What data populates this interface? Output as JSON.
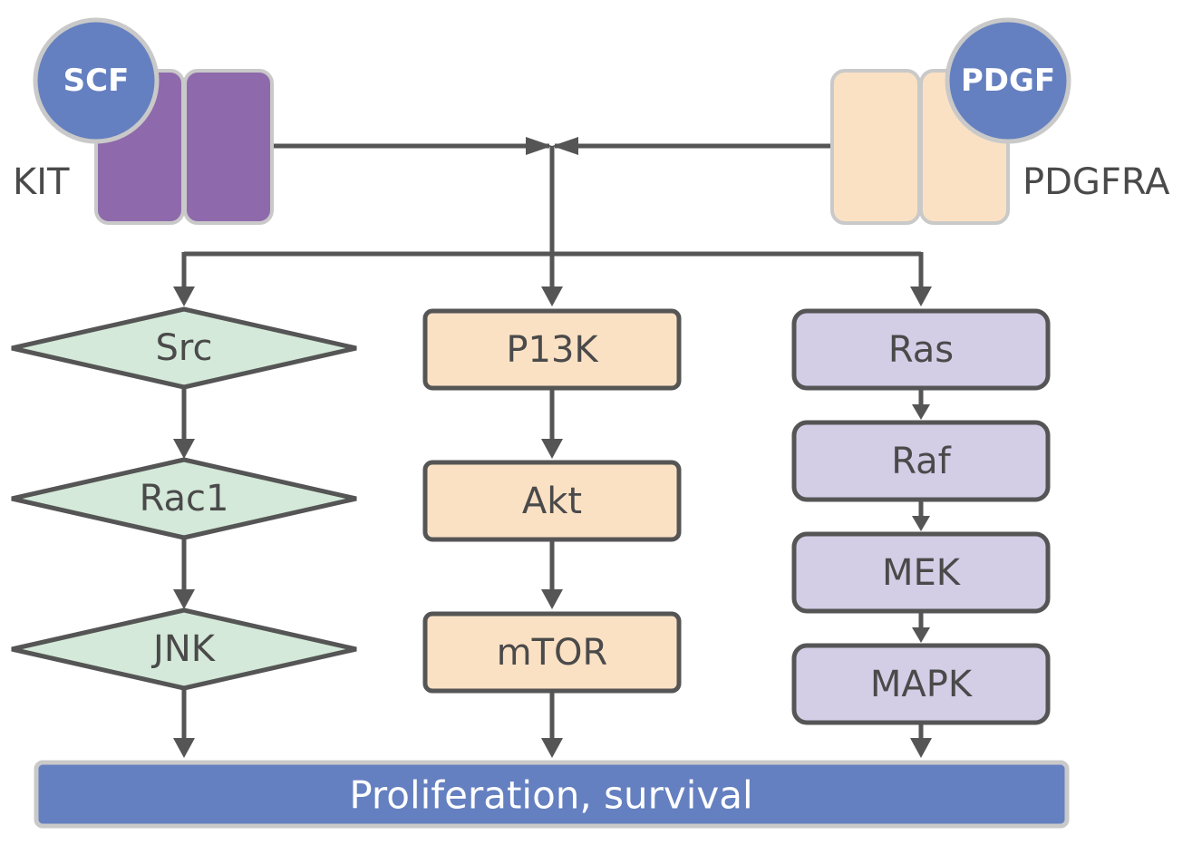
{
  "receptors": {
    "kit": {
      "label": "KIT",
      "color": "#8e6aac"
    },
    "pdgfra": {
      "label": "PDGFRA",
      "color": "#fbe1c4"
    }
  },
  "ligands": {
    "scf": {
      "label": "SCF",
      "color": "#6580c0"
    },
    "pdgf": {
      "label": "PDGF",
      "color": "#6580c0"
    }
  },
  "pathways": {
    "left": {
      "shape": "diamond",
      "color": "#d4e9d9",
      "nodes": [
        "Src",
        "Rac1",
        "JNK"
      ]
    },
    "middle": {
      "shape": "box",
      "color": "#fbe1c4",
      "nodes": [
        "P13K",
        "Akt",
        "mTOR"
      ]
    },
    "right": {
      "shape": "box",
      "color": "#d3cde6",
      "nodes": [
        "Ras",
        "Raf",
        "MEK",
        "MAPK"
      ]
    }
  },
  "outcome": {
    "label": "Proliferation, survival",
    "color": "#6580c0"
  },
  "colors": {
    "line": "#555555",
    "outline": "#c9c9c9",
    "text": "#4a4a4a"
  }
}
